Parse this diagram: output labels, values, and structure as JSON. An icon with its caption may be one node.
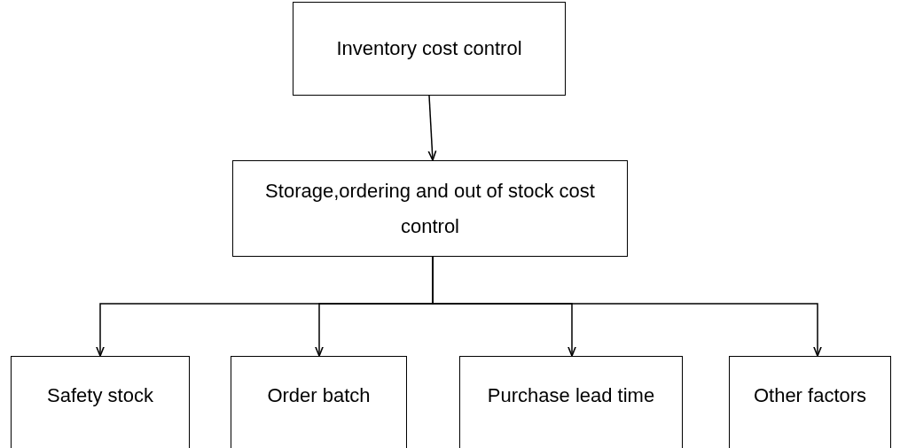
{
  "diagram": {
    "nodes": [
      {
        "text": [
          "Inventory cost control"
        ]
      },
      {
        "text": [
          "Storage,ordering and out of stock cost control"
        ]
      },
      {
        "text": [
          "Safety stock"
        ]
      },
      {
        "text": [
          "Order batch"
        ]
      },
      {
        "text": [
          "Purchase lead time"
        ]
      },
      {
        "text": [
          "Other factors"
        ]
      }
    ],
    "edges": [
      {
        "from": 0,
        "to": 1,
        "arrow": "to"
      },
      {
        "from": 1,
        "to": 2,
        "arrow": "to"
      },
      {
        "from": 1,
        "to": 3,
        "arrow": "to"
      },
      {
        "from": 1,
        "to": 4,
        "arrow": "to"
      },
      {
        "from": 1,
        "to": 5,
        "arrow": "to"
      }
    ]
  }
}
